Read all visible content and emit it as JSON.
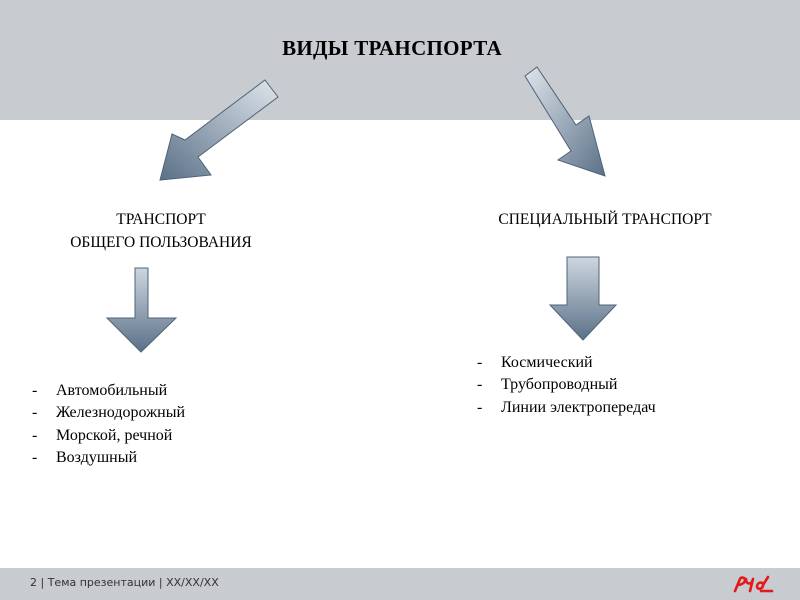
{
  "title": "ВИДЫ ТРАНСПОРТА",
  "branches": {
    "left": {
      "heading": "ТРАНСПОРТ ОБЩЕГО ПОЛЬЗОВАНИЯ",
      "heading_line1": "ТРАНСПОРТ",
      "heading_line2": "ОБЩЕГО ПОЛЬЗОВАНИЯ",
      "items": [
        "Автомобильный",
        "Железнодорожный",
        "Морской, речной",
        "Воздушный"
      ]
    },
    "right": {
      "heading": "СПЕЦИАЛЬНЫЙ ТРАНСПОРТ",
      "items": [
        "Космический",
        "Трубопроводный",
        "Линии электропередач"
      ]
    }
  },
  "footer": {
    "page_number": "2",
    "text": "| Тема презентации | XX/XX/XX"
  },
  "logo": {
    "icon": "rzd-logo-icon",
    "color": "#e21a1a"
  },
  "colors": {
    "background_band": "#c8cbcf",
    "arrow_light": "#cdd6df",
    "arrow_dark": "#5b7188"
  }
}
